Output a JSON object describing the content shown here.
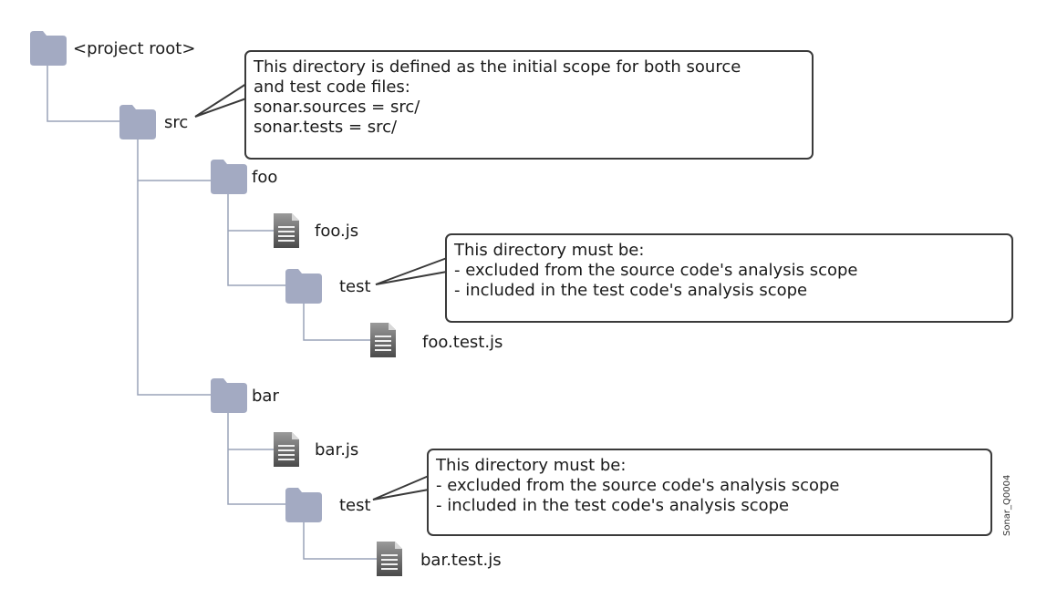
{
  "tree": {
    "root": "<project root>",
    "src": "src",
    "foo": "foo",
    "foo_js": "foo.js",
    "foo_test_dir": "test",
    "foo_test_js": "foo.test.js",
    "bar": "bar",
    "bar_js": "bar.js",
    "bar_test_dir": "test",
    "bar_test_js": "bar.test.js"
  },
  "callouts": {
    "src_note": [
      "This directory is defined as the initial scope for both source",
      "and test code files:",
      "sonar.sources = src/",
      "sonar.tests = src/"
    ],
    "foo_test_note": [
      "This directory must be:",
      "- excluded from the source code's analysis scope",
      "- included in the test code's analysis scope"
    ],
    "bar_test_note": [
      "This directory must be:",
      "- excluded from the source code's analysis scope",
      "- included in the test code's analysis scope"
    ]
  },
  "watermark": "Sonar_Q0004",
  "colors": {
    "folder": "#a3aac2",
    "connector": "#9aa3b8",
    "callout_border": "#3a3a3a",
    "file": "#6e6e6e"
  },
  "icons": {
    "folder": "folder-icon",
    "file": "file-icon"
  }
}
